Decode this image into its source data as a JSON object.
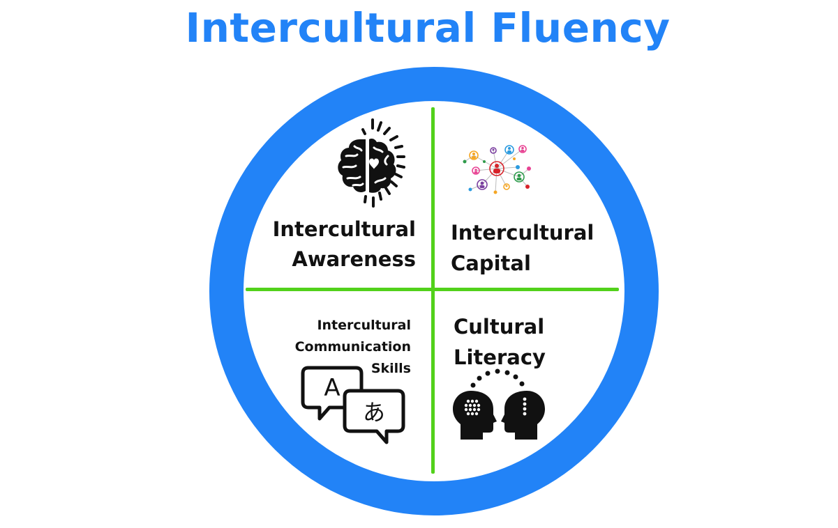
{
  "title": "Intercultural Fluency",
  "colors": {
    "title": "#2283f7",
    "ring": "#2283f7",
    "dividers": "#52d11b",
    "text": "#111111"
  },
  "quadrants": {
    "top_left": {
      "lines": [
        "Intercultural",
        "Awareness"
      ],
      "icon": "brain-heart-icon"
    },
    "top_right": {
      "lines": [
        "Intercultural",
        "Capital"
      ],
      "icon": "people-network-icon"
    },
    "bottom_left": {
      "lines": [
        "Intercultural",
        "Communication",
        "Skills"
      ],
      "icon": "translation-bubbles-icon",
      "glyphs": [
        "A",
        "あ"
      ]
    },
    "bottom_right": {
      "lines": [
        "Cultural",
        "Literacy"
      ],
      "icon": "two-heads-icon"
    }
  }
}
